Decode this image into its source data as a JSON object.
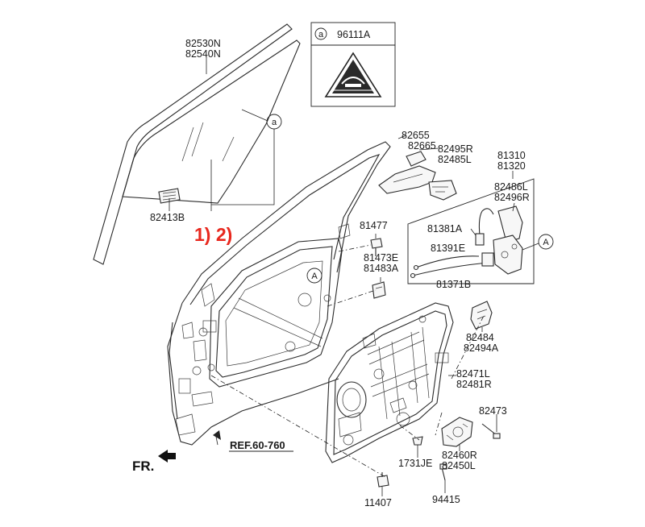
{
  "labels": {
    "glass": "82530N",
    "glass2": "82540N",
    "label_96111a": "96111A",
    "label_82413b": "82413B",
    "label_82655": "82655",
    "label_82665": "82665",
    "label_82495r": "82495R",
    "label_82485l": "82485L",
    "label_81310": "81310",
    "label_81320": "81320",
    "label_82486l": "82486L",
    "label_82496r": "82496R",
    "label_81477": "81477",
    "label_81381a": "81381A",
    "label_81473e": "81473E",
    "label_81483a": "81483A",
    "label_81391e": "81391E",
    "label_81371b": "81371B",
    "label_82484": "82484",
    "label_82494a": "82494A",
    "label_82471l": "82471L",
    "label_82481r": "82481R",
    "label_82473": "82473",
    "label_82460r": "82460R",
    "label_82450l": "82450L",
    "label_1731je": "1731JE",
    "label_94415": "94415",
    "label_11407": "11407",
    "ref": "REF.60-760",
    "fr": "FR."
  },
  "callout": "1) 2)",
  "circle_refs": {
    "a_box": "a",
    "a_glass": "a",
    "A_door": "A",
    "A_latch": "A"
  },
  "colors": {
    "callout": "#e8281e",
    "line": "#2a2a2a"
  }
}
